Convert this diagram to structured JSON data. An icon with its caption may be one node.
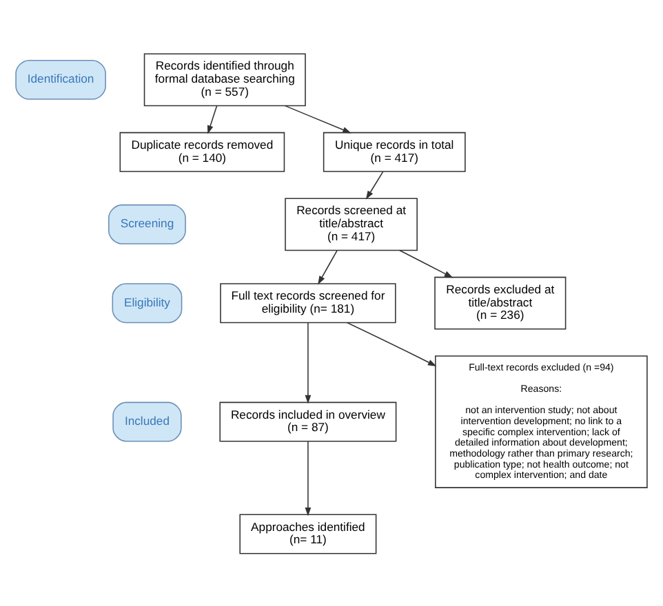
{
  "diagram": {
    "nodes": [
      {
        "text": [
          "Identification"
        ]
      },
      {
        "text": [
          "Records identified through formal database searching",
          "(n = 557)"
        ]
      },
      {
        "text": [
          "Duplicate records removed",
          "(n = 140)"
        ]
      },
      {
        "text": [
          "Unique records in total",
          "(n = 417)"
        ]
      },
      {
        "text": [
          "Screening"
        ]
      },
      {
        "text": [
          "Records screened at title/abstract",
          "(n = 417)"
        ]
      },
      {
        "text": [
          "Records excluded at title/abstract",
          "(n = 236)"
        ]
      },
      {
        "text": [
          "Eligibility"
        ]
      },
      {
        "text": [
          "Full text records screened for eligibility (n= 181)"
        ]
      },
      {
        "text": [
          "Full-text records excluded (n =94)",
          "Reasons:",
          "not an intervention study; not about intervention development; no link to a specific complex intervention; lack of detailed information about development; methodology rather than primary research; publication type; not health outcome; not complex intervention; and date"
        ]
      },
      {
        "text": [
          "Included"
        ]
      },
      {
        "text": [
          "Records included in overview",
          "(n = 87)"
        ]
      },
      {
        "text": [
          "Approaches identified",
          "(n= 11)"
        ]
      }
    ],
    "edges": [
      {
        "from": 1,
        "to": 2,
        "arrow": "to"
      },
      {
        "from": 1,
        "to": 3,
        "arrow": "to"
      },
      {
        "from": 3,
        "to": 5,
        "arrow": "to"
      },
      {
        "from": 5,
        "to": 6,
        "arrow": "to"
      },
      {
        "from": 5,
        "to": 8,
        "arrow": "to"
      },
      {
        "from": 8,
        "to": 9,
        "arrow": "to"
      },
      {
        "from": 8,
        "to": 11,
        "arrow": "to"
      },
      {
        "from": 11,
        "to": 12,
        "arrow": "to"
      }
    ]
  }
}
